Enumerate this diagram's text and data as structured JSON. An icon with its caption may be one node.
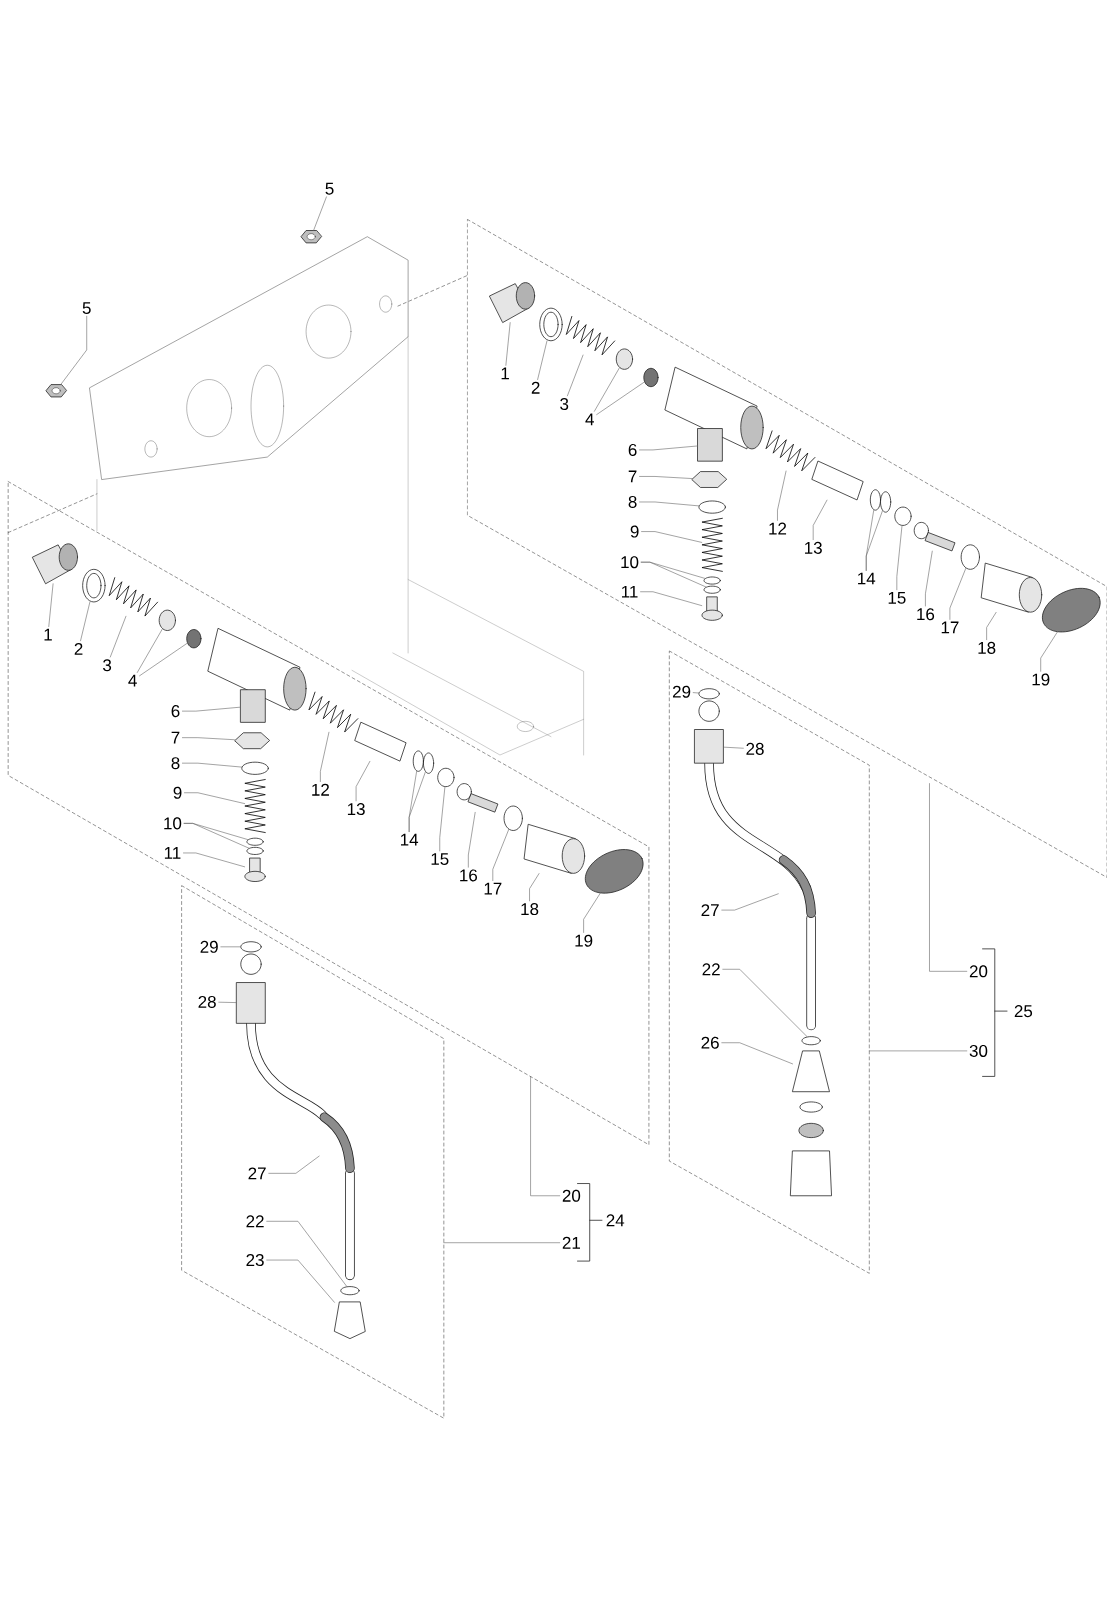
{
  "diagram": {
    "nodes": [
      {
        "text": [
          "5"
        ]
      },
      {
        "text": [
          "5"
        ]
      },
      {
        "text": [
          "1"
        ]
      },
      {
        "text": [
          "2"
        ]
      },
      {
        "text": [
          "3"
        ]
      },
      {
        "text": [
          "4"
        ]
      },
      {
        "text": [
          "6"
        ]
      },
      {
        "text": [
          "7"
        ]
      },
      {
        "text": [
          "8"
        ]
      },
      {
        "text": [
          "9"
        ]
      },
      {
        "text": [
          "10"
        ]
      },
      {
        "text": [
          "11"
        ]
      },
      {
        "text": [
          "12"
        ]
      },
      {
        "text": [
          "13"
        ]
      },
      {
        "text": [
          "14"
        ]
      },
      {
        "text": [
          "15"
        ]
      },
      {
        "text": [
          "16"
        ]
      },
      {
        "text": [
          "17"
        ]
      },
      {
        "text": [
          "18"
        ]
      },
      {
        "text": [
          "19"
        ]
      },
      {
        "text": [
          "1"
        ]
      },
      {
        "text": [
          "2"
        ]
      },
      {
        "text": [
          "3"
        ]
      },
      {
        "text": [
          "4"
        ]
      },
      {
        "text": [
          "6"
        ]
      },
      {
        "text": [
          "7"
        ]
      },
      {
        "text": [
          "8"
        ]
      },
      {
        "text": [
          "9"
        ]
      },
      {
        "text": [
          "10"
        ]
      },
      {
        "text": [
          "11"
        ]
      },
      {
        "text": [
          "12"
        ]
      },
      {
        "text": [
          "13"
        ]
      },
      {
        "text": [
          "14"
        ]
      },
      {
        "text": [
          "15"
        ]
      },
      {
        "text": [
          "16"
        ]
      },
      {
        "text": [
          "17"
        ]
      },
      {
        "text": [
          "18"
        ]
      },
      {
        "text": [
          "19"
        ]
      },
      {
        "text": [
          "29"
        ]
      },
      {
        "text": [
          "28"
        ]
      },
      {
        "text": [
          "27"
        ]
      },
      {
        "text": [
          "22"
        ]
      },
      {
        "text": [
          "26"
        ]
      },
      {
        "text": [
          "20"
        ]
      },
      {
        "text": [
          "30"
        ]
      },
      {
        "text": [
          "29"
        ]
      },
      {
        "text": [
          "28"
        ]
      },
      {
        "text": [
          "27"
        ]
      },
      {
        "text": [
          "22"
        ]
      },
      {
        "text": [
          "23"
        ]
      },
      {
        "text": [
          "20"
        ]
      },
      {
        "text": [
          "21"
        ]
      },
      {
        "text": [],
        "shape": "picture"
      },
      {
        "text": [],
        "shape": "picture"
      },
      {
        "text": [],
        "shape": "picture"
      },
      {
        "text": [],
        "shape": "picture"
      },
      {
        "text": [],
        "shape": "picture"
      },
      {
        "text": [],
        "shape": "circle"
      },
      {
        "text": [],
        "shape": "circle"
      },
      {
        "text": [],
        "shape": "picture"
      },
      {
        "text": [],
        "shape": "picture"
      },
      {
        "text": [],
        "shape": "circle"
      },
      {
        "text": [],
        "shape": "picture"
      },
      {
        "text": [],
        "shape": "circle"
      },
      {
        "text": [],
        "shape": "circle"
      },
      {
        "text": [],
        "shape": "picture"
      },
      {
        "text": [],
        "shape": "picture"
      },
      {
        "text": [],
        "shape": "picture"
      },
      {
        "text": [],
        "shape": "circle"
      },
      {
        "text": [],
        "shape": "circle"
      },
      {
        "text": [],
        "shape": "circle"
      },
      {
        "text": [],
        "shape": "picture"
      },
      {
        "text": [],
        "shape": "circle"
      },
      {
        "text": [],
        "shape": "picture"
      },
      {
        "text": [],
        "shape": "circle"
      },
      {
        "text": [],
        "shape": "picture"
      },
      {
        "text": [],
        "shape": "picture"
      },
      {
        "text": [],
        "shape": "picture"
      },
      {
        "text": [],
        "shape": "circle"
      },
      {
        "text": [],
        "shape": "circle"
      },
      {
        "text": [],
        "shape": "picture"
      },
      {
        "text": [],
        "shape": "picture"
      },
      {
        "text": [],
        "shape": "circle"
      },
      {
        "text": [],
        "shape": "picture"
      },
      {
        "text": [],
        "shape": "circle"
      },
      {
        "text": [],
        "shape": "circle"
      },
      {
        "text": [],
        "shape": "picture"
      },
      {
        "text": [],
        "shape": "picture"
      },
      {
        "text": [],
        "shape": "picture"
      },
      {
        "text": [],
        "shape": "circle"
      },
      {
        "text": [],
        "shape": "circle"
      },
      {
        "text": [],
        "shape": "circle"
      },
      {
        "text": [],
        "shape": "picture"
      },
      {
        "text": [],
        "shape": "circle"
      },
      {
        "text": [],
        "shape": "picture"
      },
      {
        "text": [],
        "shape": "circle"
      },
      {
        "text": [],
        "shape": "circle"
      },
      {
        "text": [],
        "shape": "box"
      },
      {
        "text": [],
        "shape": "picture"
      },
      {
        "text": [],
        "shape": "circle"
      },
      {
        "text": [],
        "shape": "picture"
      },
      {
        "text": [],
        "shape": "circle"
      },
      {
        "text": [],
        "shape": "box"
      },
      {
        "text": [],
        "shape": "picture"
      },
      {
        "text": [],
        "shape": "circle"
      },
      {
        "text": [],
        "shape": "picture"
      }
    ],
    "edges": [
      {
        "from": 0,
        "to": 52,
        "arrow": "none"
      },
      {
        "from": 1,
        "to": 53,
        "arrow": "none"
      },
      {
        "from": 2,
        "to": 54,
        "arrow": "none"
      },
      {
        "from": 3,
        "to": 55,
        "arrow": "none"
      },
      {
        "from": 4,
        "to": 56,
        "arrow": "none"
      },
      {
        "from": 5,
        "to": 57,
        "arrow": "none"
      },
      {
        "from": 5,
        "to": 58,
        "arrow": "none"
      },
      {
        "from": 6,
        "to": 59,
        "arrow": "none"
      },
      {
        "from": 7,
        "to": 60,
        "arrow": "none"
      },
      {
        "from": 8,
        "to": 61,
        "arrow": "none"
      },
      {
        "from": 9,
        "to": 62,
        "arrow": "none"
      },
      {
        "from": 10,
        "to": 63,
        "arrow": "none"
      },
      {
        "from": 10,
        "to": 64,
        "arrow": "none"
      },
      {
        "from": 11,
        "to": 65,
        "arrow": "none"
      },
      {
        "from": 12,
        "to": 66,
        "arrow": "none"
      },
      {
        "from": 13,
        "to": 67,
        "arrow": "none"
      },
      {
        "from": 14,
        "to": 68,
        "arrow": "none"
      },
      {
        "from": 14,
        "to": 69,
        "arrow": "none"
      },
      {
        "from": 15,
        "to": 70,
        "arrow": "none"
      },
      {
        "from": 16,
        "to": 71,
        "arrow": "none"
      },
      {
        "from": 17,
        "to": 72,
        "arrow": "none"
      },
      {
        "from": 18,
        "to": 73,
        "arrow": "none"
      },
      {
        "from": 19,
        "to": 74,
        "arrow": "none"
      },
      {
        "from": 20,
        "to": 75,
        "arrow": "none"
      },
      {
        "from": 21,
        "to": 76,
        "arrow": "none"
      },
      {
        "from": 22,
        "to": 77,
        "arrow": "none"
      },
      {
        "from": 23,
        "to": 78,
        "arrow": "none"
      },
      {
        "from": 23,
        "to": 79,
        "arrow": "none"
      },
      {
        "from": 24,
        "to": 80,
        "arrow": "none"
      },
      {
        "from": 25,
        "to": 81,
        "arrow": "none"
      },
      {
        "from": 26,
        "to": 82,
        "arrow": "none"
      },
      {
        "from": 27,
        "to": 83,
        "arrow": "none"
      },
      {
        "from": 28,
        "to": 84,
        "arrow": "none"
      },
      {
        "from": 28,
        "to": 85,
        "arrow": "none"
      },
      {
        "from": 29,
        "to": 86,
        "arrow": "none"
      },
      {
        "from": 30,
        "to": 87,
        "arrow": "none"
      },
      {
        "from": 31,
        "to": 88,
        "arrow": "none"
      },
      {
        "from": 32,
        "to": 89,
        "arrow": "none"
      },
      {
        "from": 32,
        "to": 90,
        "arrow": "none"
      },
      {
        "from": 33,
        "to": 91,
        "arrow": "none"
      },
      {
        "from": 34,
        "to": 92,
        "arrow": "none"
      },
      {
        "from": 35,
        "to": 93,
        "arrow": "none"
      },
      {
        "from": 36,
        "to": 94,
        "arrow": "none"
      },
      {
        "from": 37,
        "to": 95,
        "arrow": "none"
      },
      {
        "from": 38,
        "to": 96,
        "arrow": "none"
      },
      {
        "from": 39,
        "to": 97,
        "arrow": "none"
      },
      {
        "from": 40,
        "to": 98,
        "arrow": "none"
      },
      {
        "from": 41,
        "to": 99,
        "arrow": "none"
      },
      {
        "from": 42,
        "to": 100,
        "arrow": "none"
      },
      {
        "from": 43,
        "to": null,
        "arrow": "none"
      },
      {
        "from": 44,
        "to": null,
        "arrow": "none"
      },
      {
        "from": 45,
        "to": 101,
        "arrow": "none"
      },
      {
        "from": 46,
        "to": 102,
        "arrow": "none"
      },
      {
        "from": 47,
        "to": 103,
        "arrow": "none"
      },
      {
        "from": 48,
        "to": 104,
        "arrow": "none"
      },
      {
        "from": 49,
        "to": 105,
        "arrow": "none"
      },
      {
        "from": 50,
        "to": null,
        "arrow": "none"
      },
      {
        "from": 51,
        "to": null,
        "arrow": "none"
      }
    ],
    "labels": [
      "25",
      "24"
    ]
  }
}
